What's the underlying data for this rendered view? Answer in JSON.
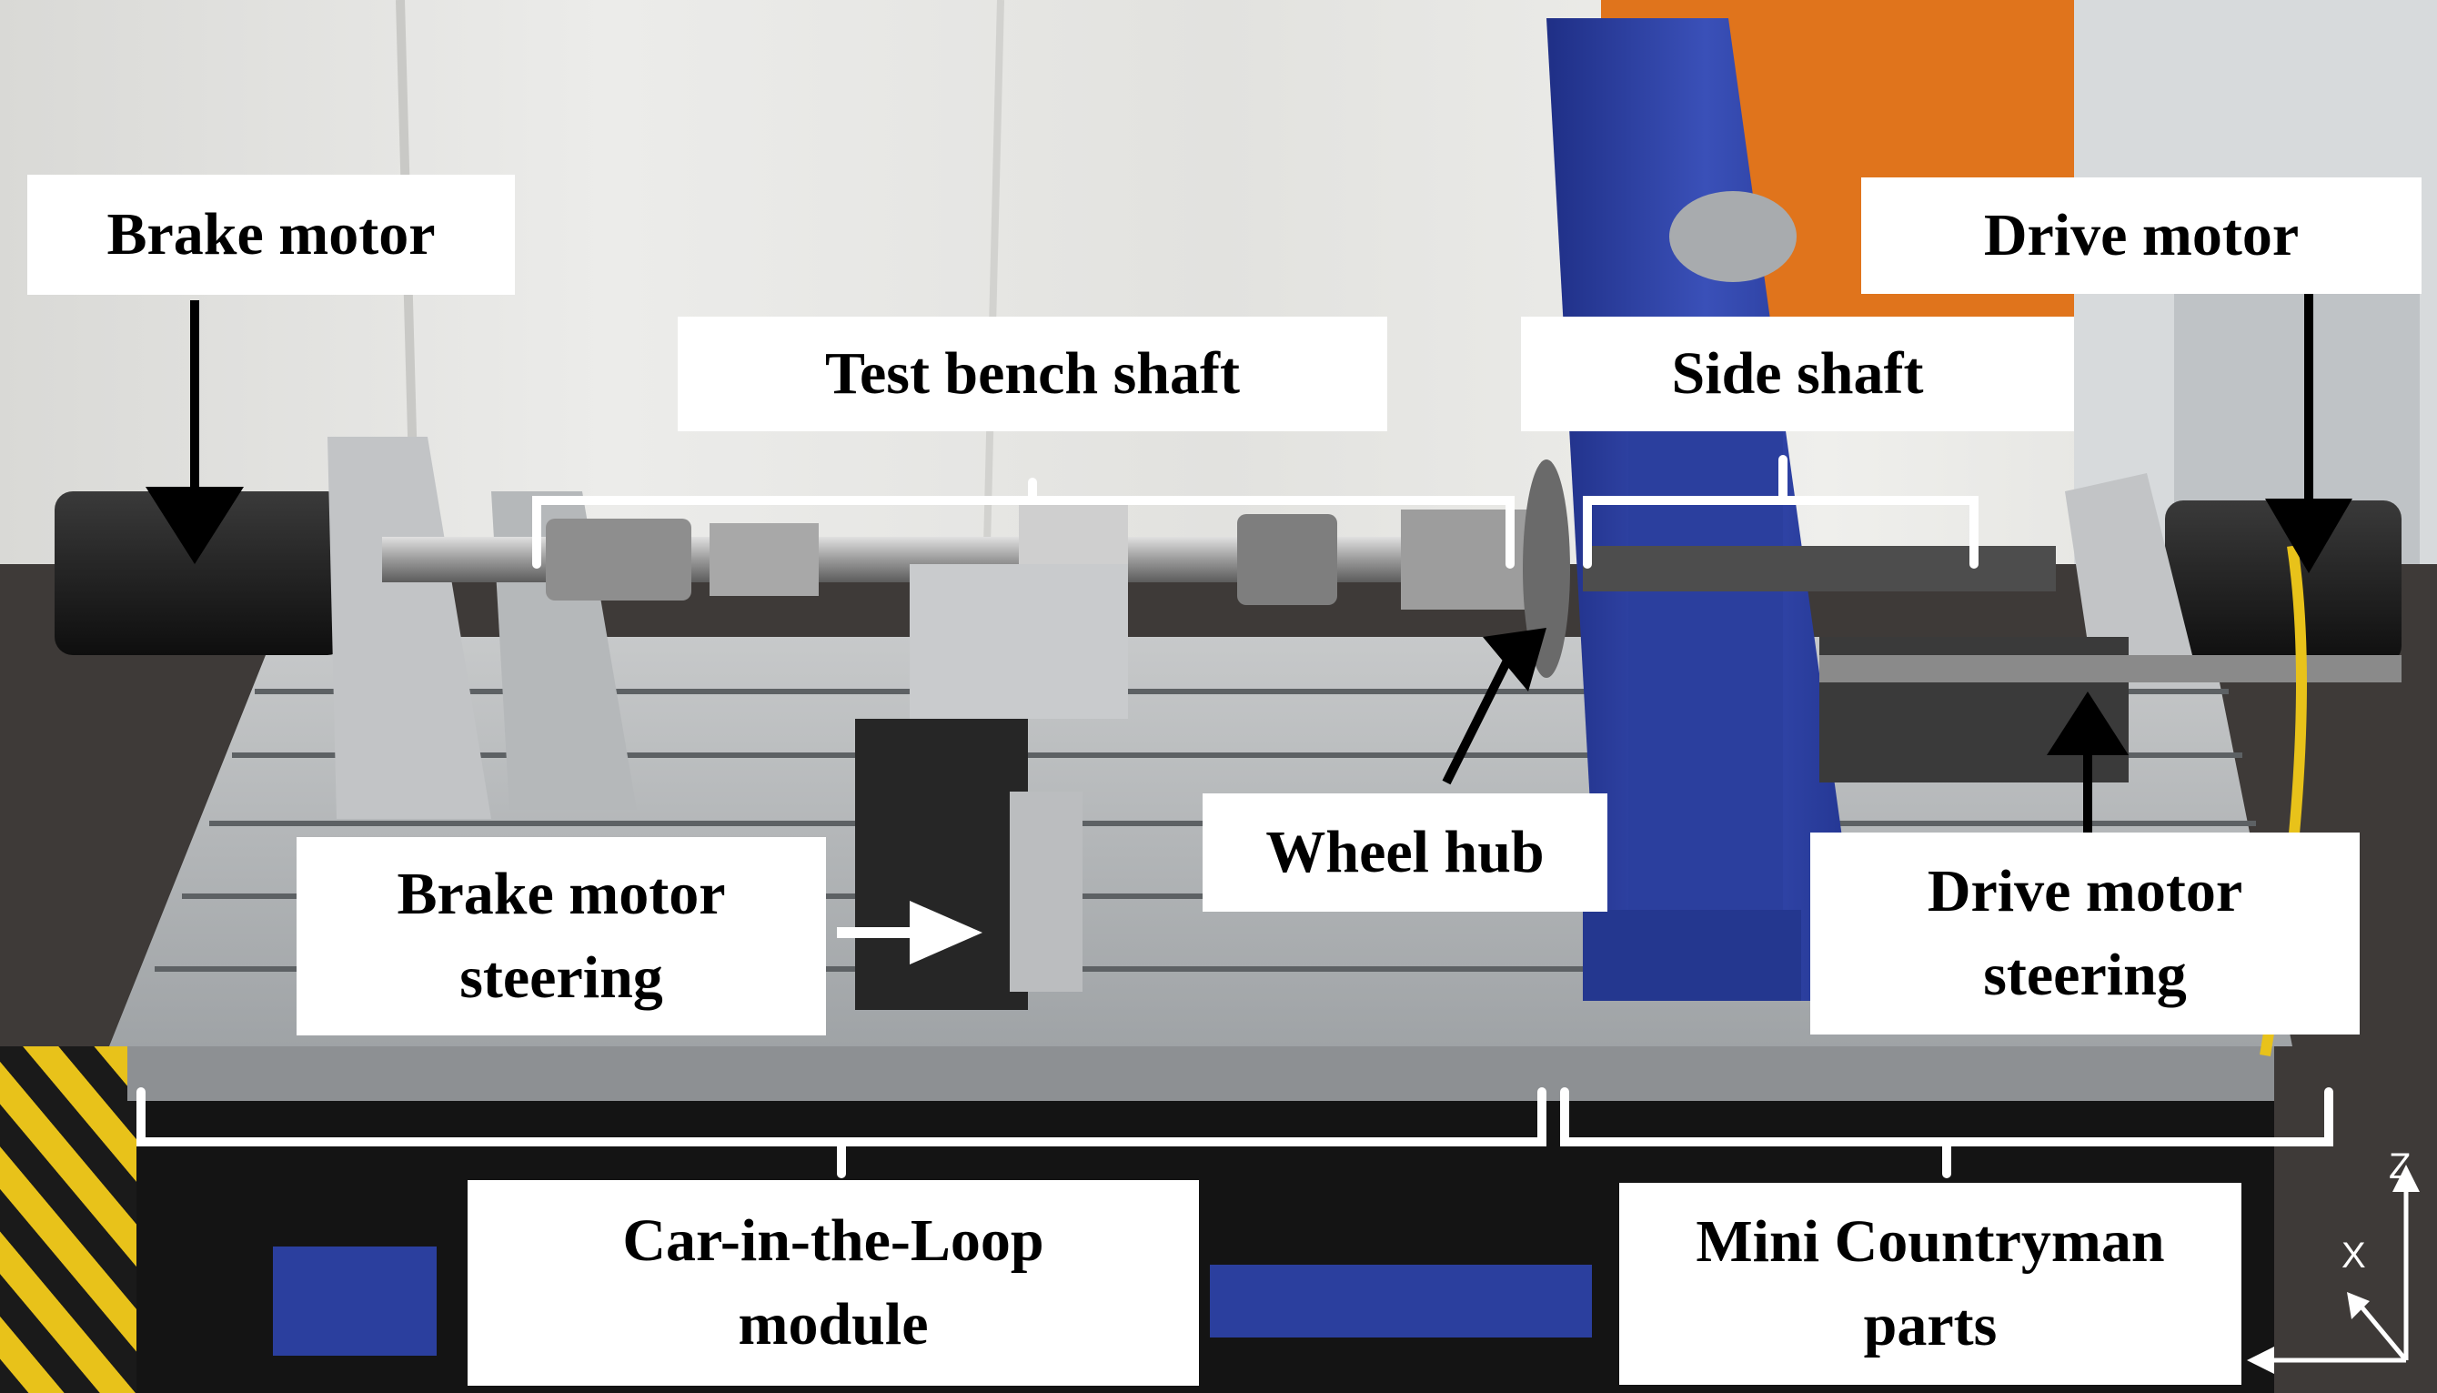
{
  "labels": {
    "brake_motor": "Brake motor",
    "test_bench_shaft": "Test bench shaft",
    "side_shaft": "Side shaft",
    "drive_motor": "Drive motor",
    "wheel_hub": "Wheel hub",
    "brake_motor_steering": [
      "Brake motor",
      "steering"
    ],
    "drive_motor_steering": [
      "Drive motor",
      "steering"
    ],
    "car_in_the_loop_module": [
      "Car-in-the-Loop",
      "module"
    ],
    "mini_countryman_parts": [
      "Mini Countryman",
      "parts"
    ]
  },
  "axes": {
    "z": "Z",
    "x": "X"
  },
  "colors": {
    "label_bg": "#ffffff",
    "label_text": "#000000",
    "bracket": "#ffffff",
    "arrow": "#000000",
    "blue_frame": "#2b3f9e",
    "table_steel": "#b9bcbe",
    "hazard_yellow": "#e8c21a"
  }
}
